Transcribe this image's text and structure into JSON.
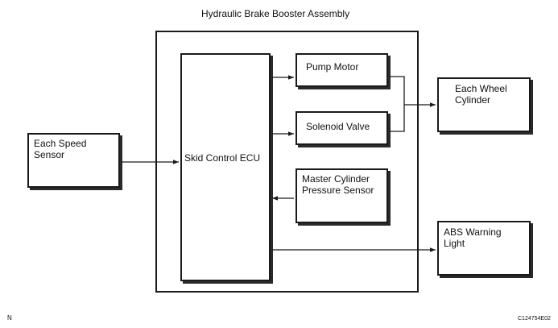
{
  "diagram": {
    "title": "Hydraulic Brake Booster Assembly",
    "blocks": {
      "speed_sensor": "Each Speed\nSensor",
      "skid_ecu": "Skid Control ECU",
      "pump_motor": "Pump Motor",
      "solenoid_valve": "Solenoid Valve",
      "master_cylinder": "Master Cylinder\nPressure Sensor",
      "wheel_cylinder": "Each Wheel\nCylinder",
      "abs_light": "ABS Warning\nLight"
    },
    "connections": [
      {
        "from": "Each Speed Sensor",
        "to": "Skid Control ECU"
      },
      {
        "from": "Skid Control ECU",
        "to": "Pump Motor"
      },
      {
        "from": "Skid Control ECU",
        "to": "Solenoid Valve"
      },
      {
        "from": "Master Cylinder Pressure Sensor",
        "to": "Skid Control ECU"
      },
      {
        "from": "Pump Motor",
        "to": "Each Wheel Cylinder"
      },
      {
        "from": "Solenoid Valve",
        "to": "Each Wheel Cylinder"
      },
      {
        "from": "Skid Control ECU",
        "to": "ABS Warning Light"
      }
    ],
    "corner_left": "N",
    "corner_right": "C124754E02"
  }
}
